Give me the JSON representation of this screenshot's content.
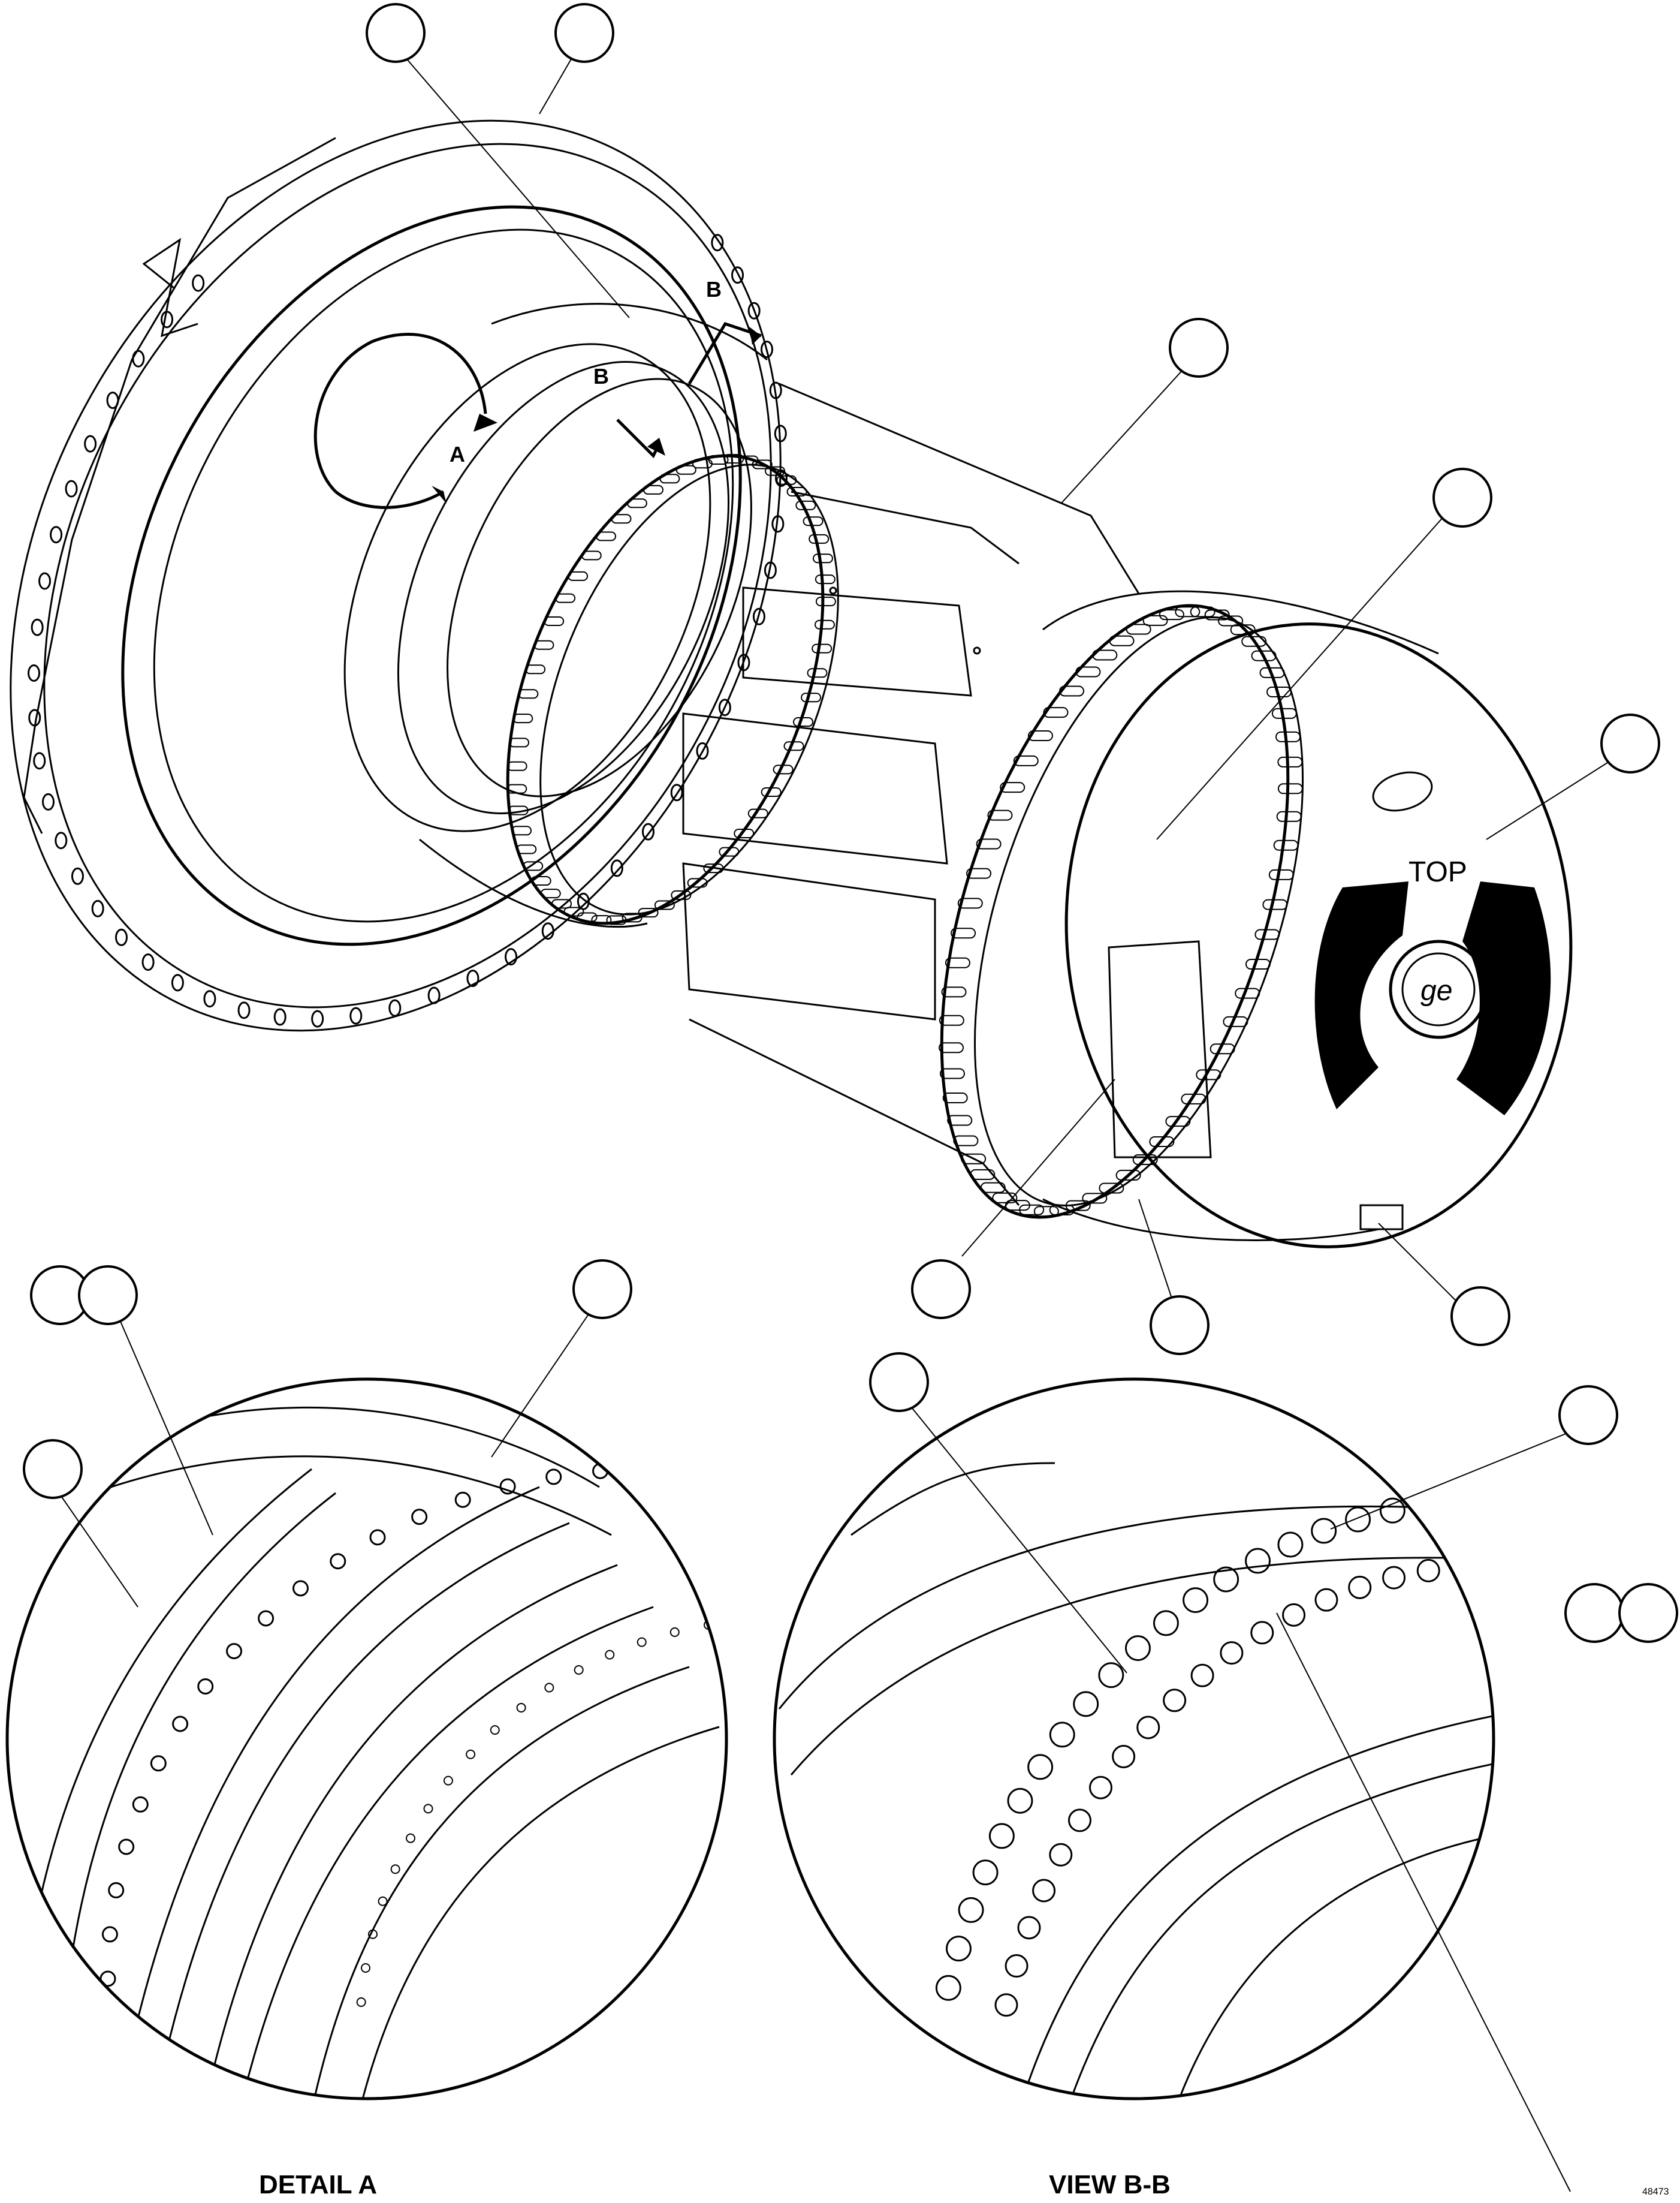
{
  "figure": {
    "detail_caption": "DETAIL A",
    "view_caption": "VIEW B-B",
    "drawing_number": "48473"
  },
  "main_view": {
    "section_letter_b_top": "B",
    "section_letter_b_bottom": "B",
    "detail_letter_a": "A",
    "nameplate_text": "TOP"
  }
}
